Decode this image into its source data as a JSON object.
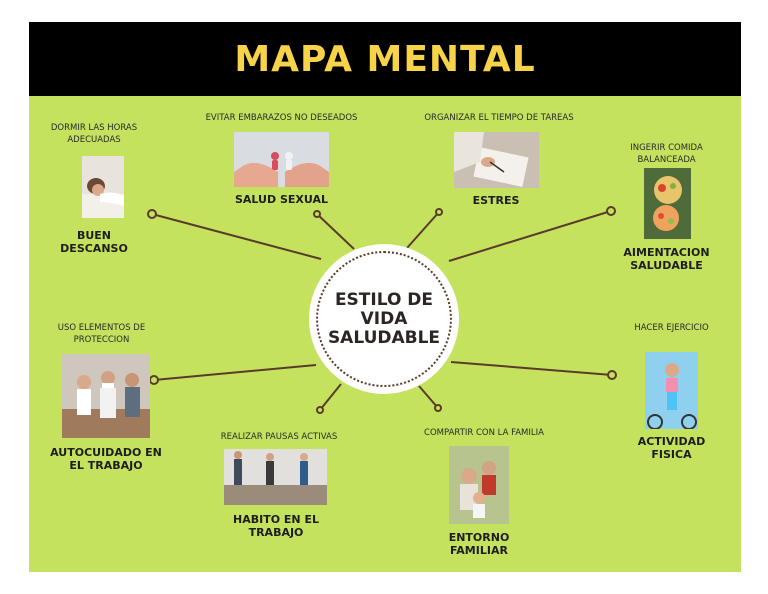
{
  "title": "MAPA MENTAL",
  "center": "ESTILO DE VIDA SALUDABLE",
  "colors": {
    "background": "#c4e25e",
    "header": "#000000",
    "title": "#f7d34a",
    "connector": "#5a3b2a"
  },
  "nodes": [
    {
      "id": "descanso",
      "top_text": "DORMIR LAS HORAS ADECUADAS",
      "label": "BUEN DESCANSO",
      "icon": "sleeping-person-photo"
    },
    {
      "id": "sexual",
      "top_text": "EVITAR EMBARAZOS NO DESEADOS",
      "label": "SALUD SEXUAL",
      "icon": "hands-figures-photo"
    },
    {
      "id": "estres",
      "top_text": "ORGANIZAR EL TIEMPO DE TAREAS",
      "label": "ESTRES",
      "icon": "writing-notebook-photo"
    },
    {
      "id": "alimentacion",
      "top_text": "INGERIR COMIDA BALANCEADA",
      "label": "AIMENTACION SALUDABLE",
      "icon": "healthy-bowl-photo"
    },
    {
      "id": "autocuidado",
      "top_text": "USO ELEMENTOS DE PROTECCION",
      "label": "AUTOCUIDADO EN EL TRABAJO",
      "icon": "masked-workers-photo"
    },
    {
      "id": "actividad",
      "top_text": "HACER EJERCICIO",
      "label": "ACTIVIDAD FISICA",
      "icon": "woman-exercising-photo"
    },
    {
      "id": "pausas",
      "top_text": "REALIZAR PAUSAS ACTIVAS",
      "label": "HABITO EN EL TRABAJO",
      "icon": "office-stretching-photo"
    },
    {
      "id": "familia",
      "top_text": "COMPARTIR CON LA FAMILIA",
      "label": "ENTORNO FAMILIAR",
      "icon": "family-photo"
    }
  ]
}
